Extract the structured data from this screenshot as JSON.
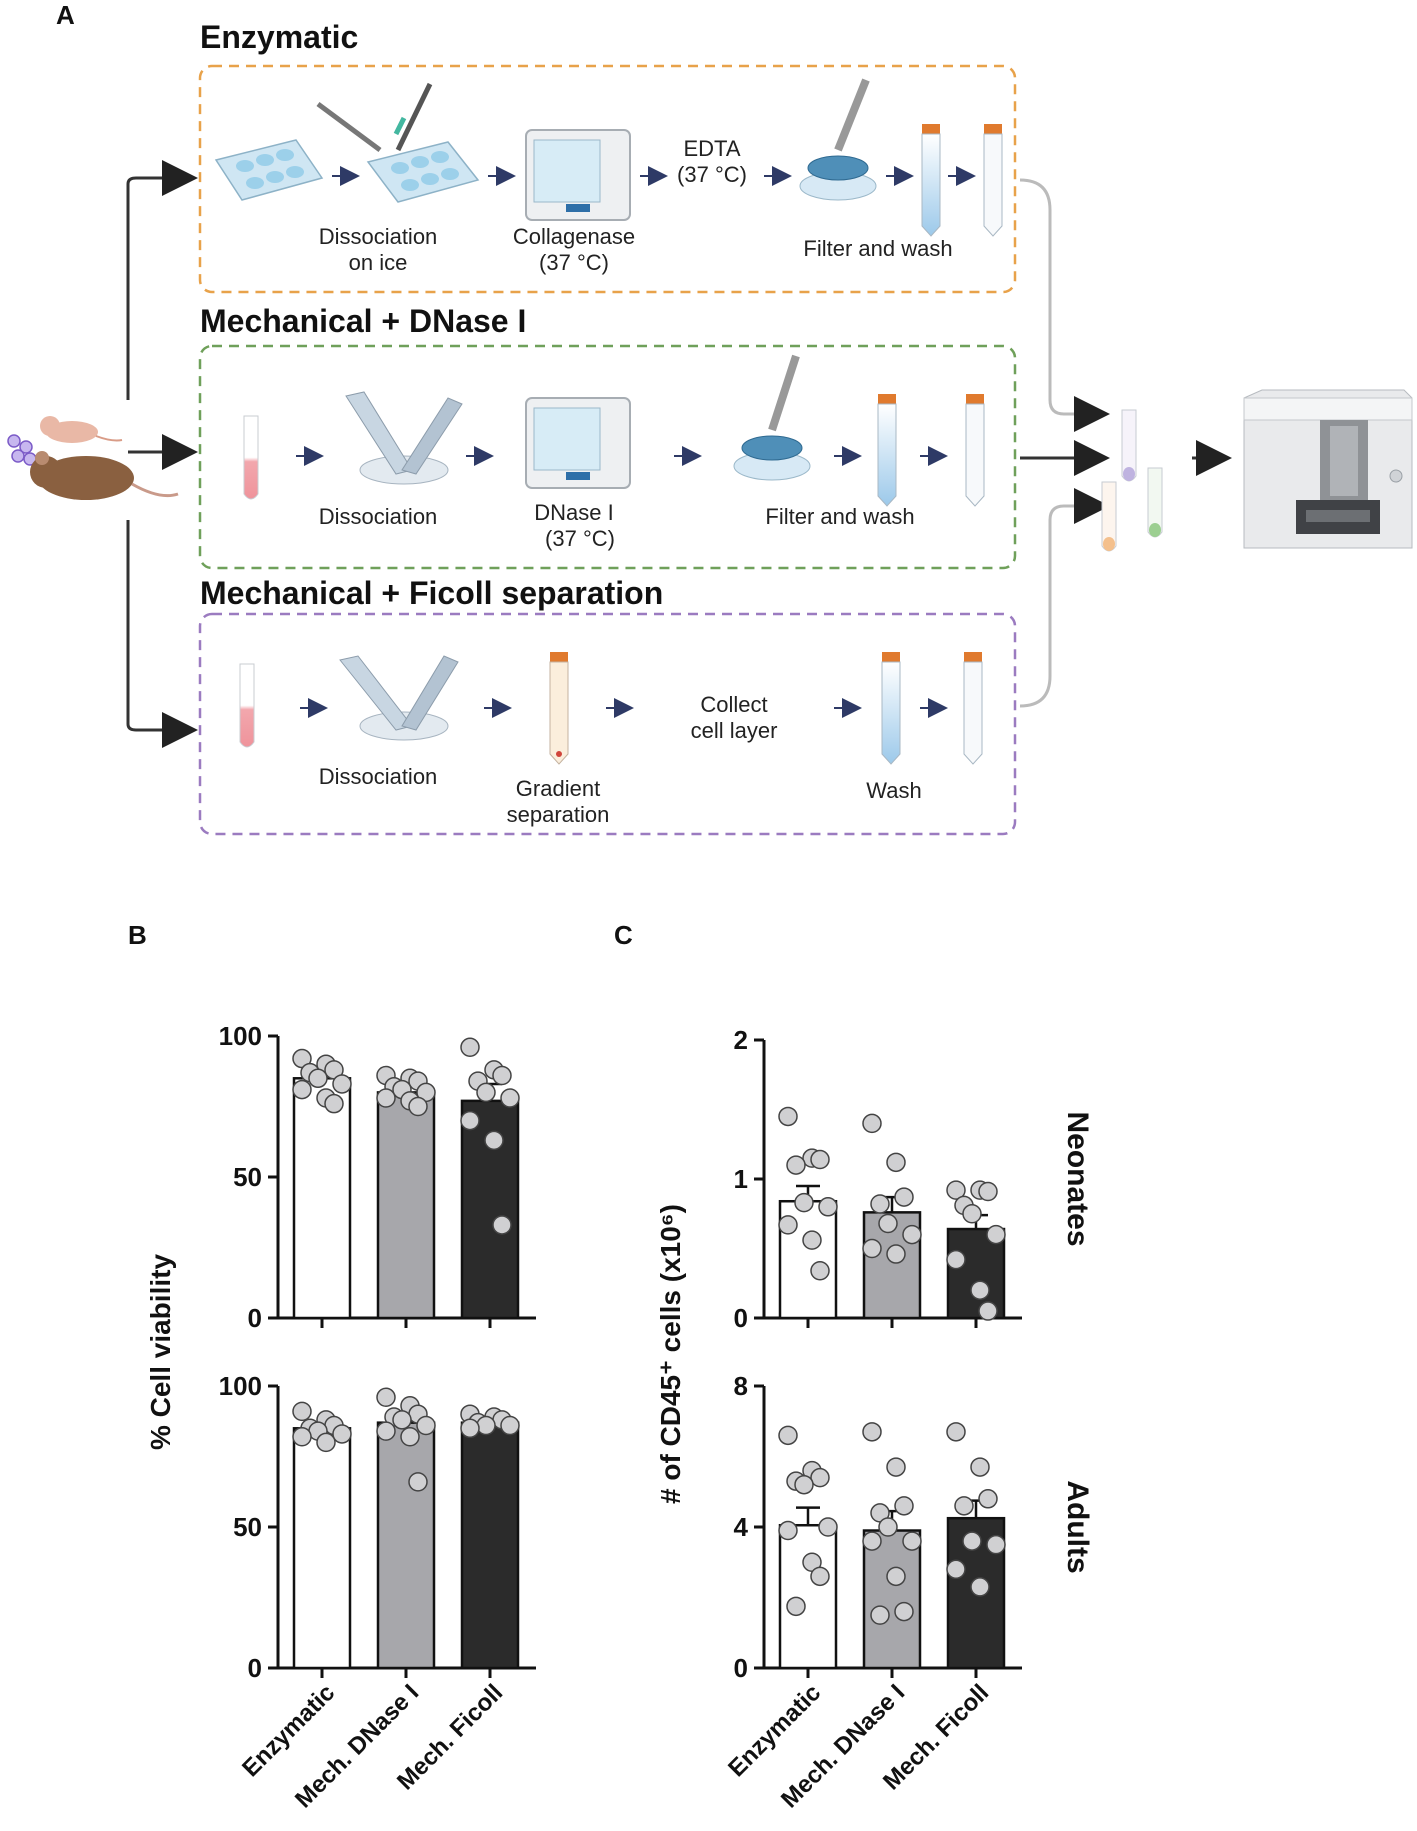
{
  "panel_a": {
    "label": "A",
    "sections": [
      {
        "title": "Enzymatic",
        "steps": [
          "Dissociation",
          "on ice",
          "Collagenase",
          "(37 °C)",
          "EDTA",
          "(37 °C)",
          "Filter and wash"
        ]
      },
      {
        "title": "Mechanical + DNase I",
        "steps": [
          "Dissociation",
          "DNase I",
          "(37 °C)",
          "Filter and wash"
        ]
      },
      {
        "title": "Mechanical + Ficoll separation",
        "steps": [
          "Dissociation",
          "Gradient",
          "separation",
          "Collect",
          "cell layer",
          "Wash"
        ]
      }
    ],
    "colors": {
      "enzymatic": "#E8A24A",
      "dnase": "#6FA05A",
      "ficoll": "#9B7BC0",
      "arrow": "#2E3A66"
    }
  },
  "chart_data": [
    {
      "panel": "B",
      "type": "bar",
      "ylabel": "% Cell viability",
      "charts": [
        {
          "row": "neonates",
          "categories": [
            "Enzymatic",
            "Mech. DNase I",
            "Mech. Ficoll"
          ],
          "values": [
            85,
            80,
            77
          ],
          "errors": [
            2.5,
            2.5,
            6
          ],
          "points": [
            [
              92,
              90,
              88,
              87,
              85,
              83,
              81,
              78,
              76
            ],
            [
              86,
              85,
              84,
              82,
              81,
              80,
              78,
              77,
              75
            ],
            [
              96,
              88,
              86,
              84,
              80,
              78,
              70,
              63,
              33
            ]
          ],
          "ylim": [
            0,
            100
          ],
          "yticks": [
            "0",
            "50",
            "100"
          ]
        },
        {
          "row": "adults",
          "categories": [
            "Enzymatic",
            "Mech. DNase I",
            "Mech. Ficoll"
          ],
          "values": [
            85,
            87,
            87
          ],
          "errors": [
            1.5,
            3,
            1
          ],
          "points": [
            [
              91,
              88,
              86,
              85,
              84,
              83,
              82,
              80
            ],
            [
              96,
              93,
              90,
              89,
              88,
              86,
              84,
              82,
              66
            ],
            [
              90,
              89,
              88,
              87,
              86,
              86,
              85
            ]
          ],
          "ylim": [
            0,
            100
          ],
          "yticks": [
            "0",
            "50",
            "100"
          ]
        }
      ],
      "bar_colors": [
        "#ffffff",
        "#a7a7ab",
        "#2b2b2b"
      ]
    },
    {
      "panel": "C",
      "type": "bar",
      "ylabel": "# of CD45⁺ cells (x10⁶)",
      "charts": [
        {
          "row": "neonates",
          "side_label": "Neonates",
          "categories": [
            "Enzymatic",
            "Mech. DNase I",
            "Mech. Ficoll"
          ],
          "values": [
            0.84,
            0.76,
            0.64
          ],
          "errors": [
            0.11,
            0.11,
            0.1
          ],
          "points": [
            [
              1.45,
              1.15,
              1.14,
              1.1,
              0.83,
              0.8,
              0.67,
              0.56,
              0.34
            ],
            [
              1.4,
              1.12,
              0.87,
              0.82,
              0.68,
              0.6,
              0.5,
              0.46
            ],
            [
              0.92,
              0.92,
              0.91,
              0.81,
              0.75,
              0.6,
              0.42,
              0.2,
              0.05
            ]
          ],
          "ylim": [
            0,
            2
          ],
          "yticks": [
            "0",
            "1",
            "2"
          ]
        },
        {
          "row": "adults",
          "side_label": "Adults",
          "categories": [
            "Enzymatic",
            "Mech. DNase I",
            "Mech. Ficoll"
          ],
          "values": [
            4.05,
            3.9,
            4.25
          ],
          "errors": [
            0.5,
            0.55,
            0.5
          ],
          "points": [
            [
              6.6,
              5.6,
              5.4,
              5.3,
              5.2,
              4.0,
              3.9,
              3.0,
              2.6,
              1.75
            ],
            [
              6.7,
              5.7,
              4.6,
              4.4,
              4.0,
              3.6,
              3.6,
              2.6,
              1.6,
              1.5
            ],
            [
              6.7,
              5.7,
              4.8,
              4.6,
              3.6,
              3.5,
              2.8,
              2.3
            ]
          ],
          "ylim": [
            0,
            8
          ],
          "yticks": [
            "0",
            "4",
            "8"
          ]
        }
      ],
      "bar_colors": [
        "#ffffff",
        "#a7a7ab",
        "#2b2b2b"
      ]
    }
  ],
  "panel_b_label": "B",
  "panel_c_label": "C"
}
